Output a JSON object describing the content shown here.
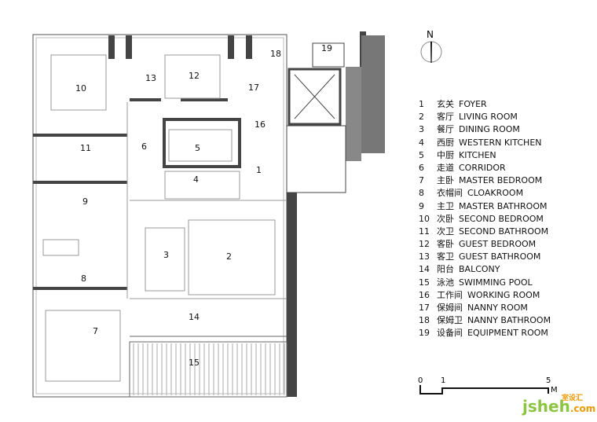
{
  "north_label": "N",
  "rooms": [
    {
      "n": "1"
    },
    {
      "n": "2"
    },
    {
      "n": "3"
    },
    {
      "n": "4"
    },
    {
      "n": "5"
    },
    {
      "n": "6"
    },
    {
      "n": "7"
    },
    {
      "n": "8"
    },
    {
      "n": "9"
    },
    {
      "n": "10"
    },
    {
      "n": "11"
    },
    {
      "n": "12"
    },
    {
      "n": "13"
    },
    {
      "n": "14"
    },
    {
      "n": "15"
    },
    {
      "n": "16"
    },
    {
      "n": "17"
    },
    {
      "n": "18"
    },
    {
      "n": "19"
    }
  ],
  "legend": [
    {
      "num": "1",
      "zh": "玄关",
      "en": "FOYER"
    },
    {
      "num": "2",
      "zh": "客厅",
      "en": "LIVING ROOM"
    },
    {
      "num": "3",
      "zh": "餐厅",
      "en": "DINING ROOM"
    },
    {
      "num": "4",
      "zh": "西厨",
      "en": "WESTERN KITCHEN"
    },
    {
      "num": "5",
      "zh": "中厨",
      "en": "KITCHEN"
    },
    {
      "num": "6",
      "zh": "走道",
      "en": "CORRIDOR"
    },
    {
      "num": "7",
      "zh": "主卧",
      "en": "MASTER BEDROOM"
    },
    {
      "num": "8",
      "zh": "衣帽间",
      "en": "CLOAKROOM"
    },
    {
      "num": "9",
      "zh": "主卫",
      "en": "MASTER BATHROOM"
    },
    {
      "num": "10",
      "zh": "次卧",
      "en": "SECOND BEDROOM"
    },
    {
      "num": "11",
      "zh": "次卫",
      "en": "SECOND BATHROOM"
    },
    {
      "num": "12",
      "zh": "客卧",
      "en": "GUEST BEDROOM"
    },
    {
      "num": "13",
      "zh": "客卫",
      "en": "GUEST BATHROOM"
    },
    {
      "num": "14",
      "zh": "阳台",
      "en": "BALCONY"
    },
    {
      "num": "15",
      "zh": "泳池",
      "en": "SWIMMING POOL"
    },
    {
      "num": "16",
      "zh": "工作间",
      "en": "WORKING ROOM"
    },
    {
      "num": "17",
      "zh": "保姆间",
      "en": "NANNY ROOM"
    },
    {
      "num": "18",
      "zh": "保姆卫",
      "en": "NANNY BATHROOM"
    },
    {
      "num": "19",
      "zh": "设备间",
      "en": "EQUIPMENT ROOM"
    }
  ],
  "scale": {
    "t0": "0",
    "t1": "1",
    "t5": "5",
    "unit": "M"
  },
  "watermark": {
    "main": "jsheh",
    "sub": "室设汇",
    "suffix": ".com"
  }
}
